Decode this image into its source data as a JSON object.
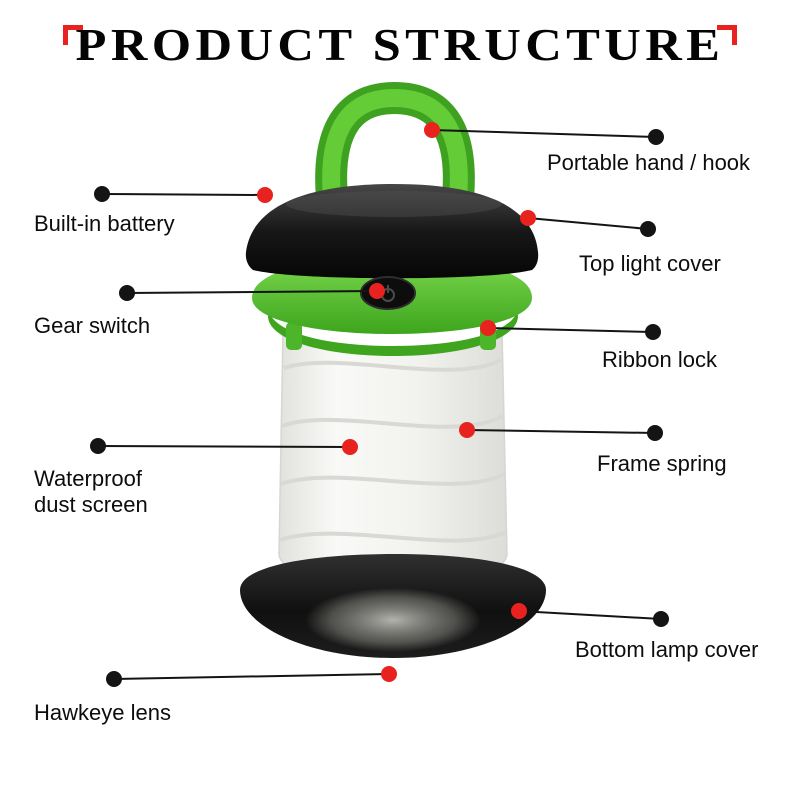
{
  "title": "PRODUCT STRUCTURE",
  "callouts": {
    "portable_hand_hook": {
      "label": "Portable hand / hook"
    },
    "built_in_battery": {
      "label": "Built-in battery"
    },
    "top_light_cover": {
      "label": "Top light cover"
    },
    "gear_switch": {
      "label": "Gear switch"
    },
    "ribbon_lock": {
      "label": "Ribbon lock"
    },
    "frame_spring": {
      "label": "Frame spring"
    },
    "waterproof_dust_screen": {
      "label": "Waterproof dust screen"
    },
    "bottom_lamp_cover": {
      "label": "Bottom lamp cover"
    },
    "hawkeye_lens": {
      "label": "Hawkeye lens"
    }
  },
  "colors": {
    "accent_red": "#e8231f",
    "lantern_green": "#5ecb38",
    "lantern_black": "#131313",
    "background": "#ffffff"
  }
}
